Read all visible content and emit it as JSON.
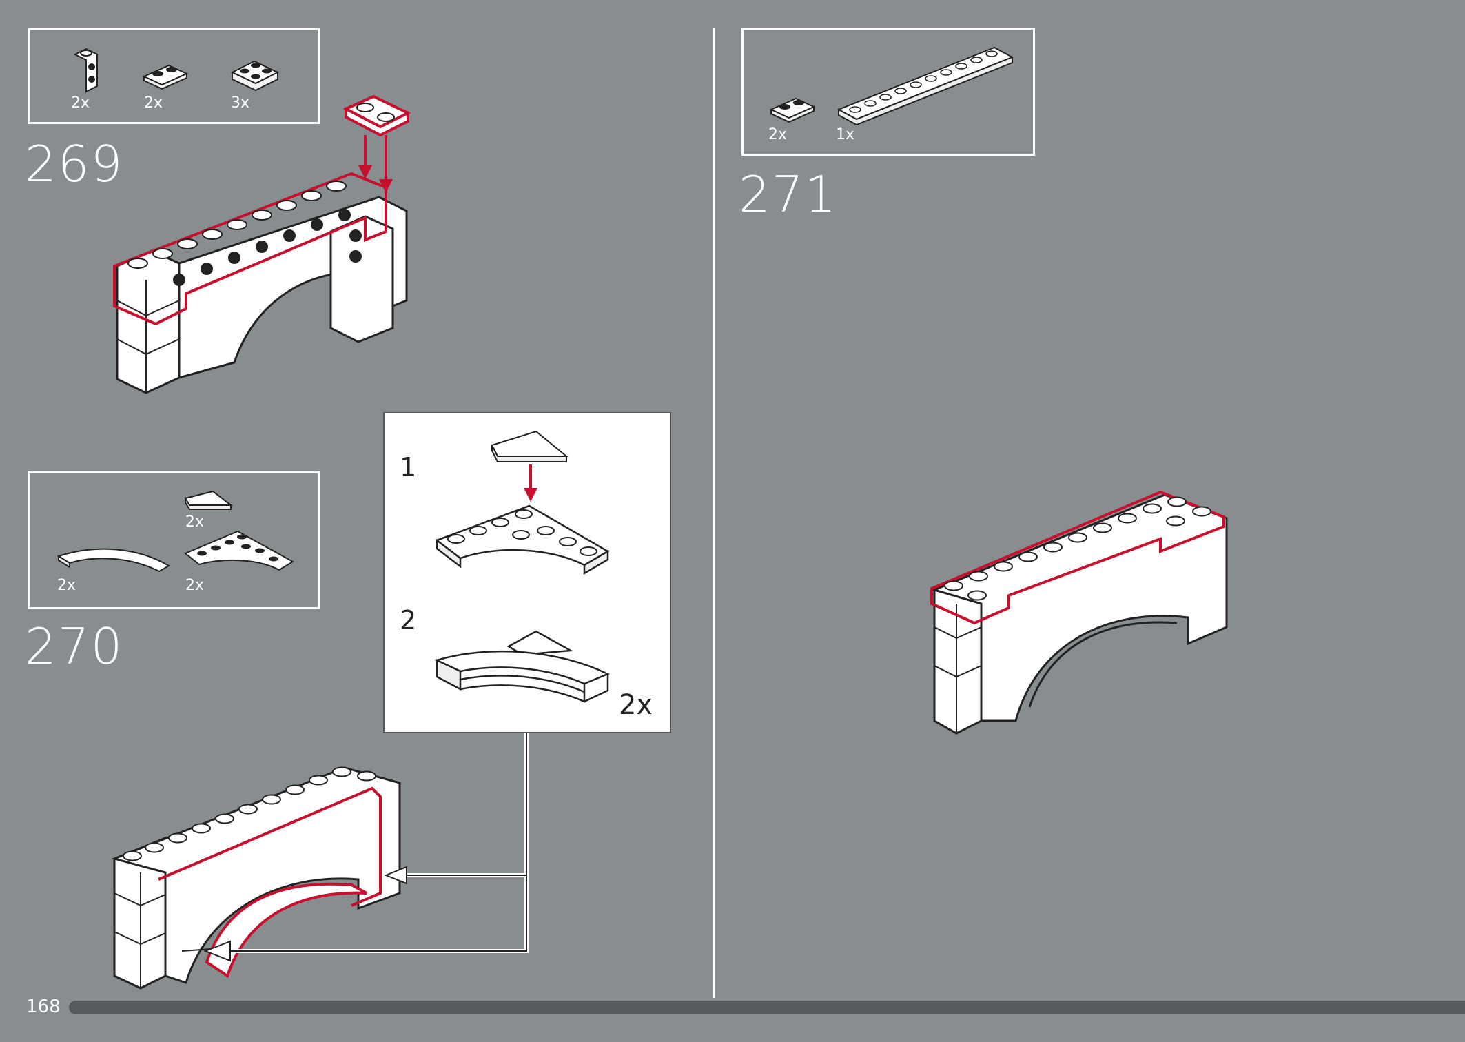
{
  "page_number": "168",
  "steps": [
    {
      "number": "269",
      "parts": [
        {
          "qty": "2x",
          "icon": "bracket-piece-icon"
        },
        {
          "qty": "2x",
          "icon": "plate-1x2-icon"
        },
        {
          "qty": "3x",
          "icon": "plate-2x2-icon"
        }
      ]
    },
    {
      "number": "270",
      "parts": [
        {
          "qty": "2x",
          "icon": "wedge-tile-icon"
        },
        {
          "qty": "2x",
          "icon": "curved-plate-icon"
        },
        {
          "qty": "2x",
          "icon": "corner-plate-icon"
        }
      ],
      "callout": {
        "sub1": "1",
        "sub2": "2",
        "qty": "2x"
      }
    },
    {
      "number": "271",
      "parts": [
        {
          "qty": "2x",
          "icon": "plate-1x2-icon"
        },
        {
          "qty": "1x",
          "icon": "plate-1x10-icon"
        }
      ]
    }
  ],
  "colors": {
    "background": "#888d8f",
    "accent": "#c8102e",
    "brick": "#ffffff",
    "outline": "#222222"
  }
}
